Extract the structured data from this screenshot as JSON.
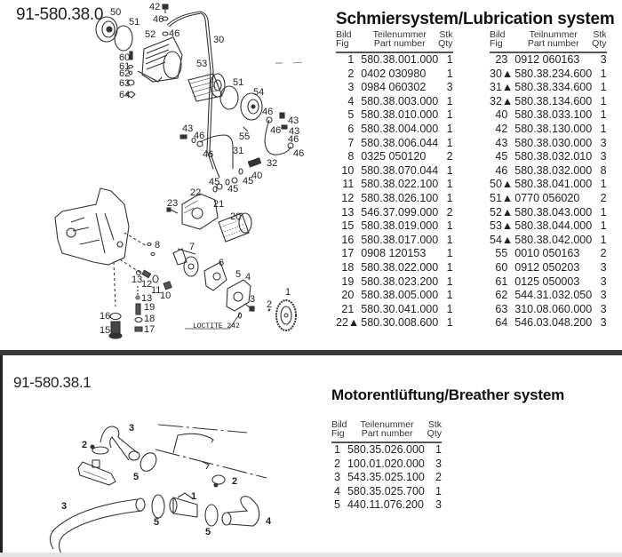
{
  "lubrication": {
    "ref_number": "91-580.38.0",
    "title": "Schmiersystem/Lubrication system",
    "headers": {
      "fig_de": "Bild",
      "fig_en": "Fig",
      "part_de": "Teilenummer",
      "part_en": "Part number",
      "qty_de": "Stk",
      "qty_en": "Qty",
      "part_de_right": "Teilnummer"
    },
    "left_rows": [
      {
        "fig": "1",
        "part": "580.38.001.000",
        "qty": "1"
      },
      {
        "fig": "2",
        "part": "0402 030980",
        "qty": "1"
      },
      {
        "fig": "3",
        "part": "0984 060302",
        "qty": "3"
      },
      {
        "fig": "4",
        "part": "580.38.003.000",
        "qty": "1"
      },
      {
        "fig": "5",
        "part": "580.38.010.000",
        "qty": "1"
      },
      {
        "fig": "6",
        "part": "580.38.004.000",
        "qty": "1"
      },
      {
        "fig": "7",
        "part": "580.38.006.044",
        "qty": "1"
      },
      {
        "fig": "8",
        "part": "0325 050120",
        "qty": "2"
      },
      {
        "fig": "10",
        "part": "580.38.070.044",
        "qty": "1"
      },
      {
        "fig": "11",
        "part": "580.38.022.100",
        "qty": "1"
      },
      {
        "fig": "12",
        "part": "580.38.026.100",
        "qty": "1"
      },
      {
        "fig": "13",
        "part": "546.37.099.000",
        "qty": "2"
      },
      {
        "fig": "15",
        "part": "580.38.019.000",
        "qty": "1"
      },
      {
        "fig": "16",
        "part": "580.38.017.000",
        "qty": "1"
      },
      {
        "fig": "17",
        "part": "0908 120153",
        "qty": "1"
      },
      {
        "fig": "18",
        "part": "580.38.022.000",
        "qty": "1"
      },
      {
        "fig": "19",
        "part": "580.38.023.200",
        "qty": "1"
      },
      {
        "fig": "20",
        "part": "580.38.005.000",
        "qty": "1"
      },
      {
        "fig": "21",
        "part": "580.30.041.000",
        "qty": "1"
      },
      {
        "fig": "22▲",
        "part": "580.30.008.600",
        "qty": "1"
      }
    ],
    "right_rows": [
      {
        "fig": "23",
        "part": "0912 060163",
        "qty": "3"
      },
      {
        "fig": "30▲",
        "part": "580.38.234.600",
        "qty": "1"
      },
      {
        "fig": "31▲",
        "part": "580.38.334.600",
        "qty": "1"
      },
      {
        "fig": "32▲",
        "part": "580.38.134.600",
        "qty": "1"
      },
      {
        "fig": "40",
        "part": "580.38.033.100",
        "qty": "1"
      },
      {
        "fig": "42",
        "part": "580.38.130.000",
        "qty": "1"
      },
      {
        "fig": "43",
        "part": "580.38.030.000",
        "qty": "3"
      },
      {
        "fig": "45",
        "part": "580.38.032.010",
        "qty": "3"
      },
      {
        "fig": "46",
        "part": "580.38.032.000",
        "qty": "8"
      },
      {
        "fig": "50▲",
        "part": "580.38.041.000",
        "qty": "1"
      },
      {
        "fig": "51▲",
        "part": "0770 056020",
        "qty": "2"
      },
      {
        "fig": "52▲",
        "part": "580.38.043.000",
        "qty": "1"
      },
      {
        "fig": "53▲",
        "part": "580.38.044.000",
        "qty": "1"
      },
      {
        "fig": "54▲",
        "part": "580.38.042.000",
        "qty": "1"
      },
      {
        "fig": "55",
        "part": "0010 050163",
        "qty": "2"
      },
      {
        "fig": "60",
        "part": "0912 050203",
        "qty": "3"
      },
      {
        "fig": "61",
        "part": "0125 050003",
        "qty": "3"
      },
      {
        "fig": "62",
        "part": "544.31.032.050",
        "qty": "3"
      },
      {
        "fig": "63",
        "part": "310.08.060.000",
        "qty": "3"
      },
      {
        "fig": "64",
        "part": "546.03.048.200",
        "qty": "3"
      }
    ],
    "drawing_callouts": [
      "50",
      "51",
      "52",
      "42",
      "46",
      "46",
      "30",
      "60",
      "61",
      "62",
      "63",
      "64",
      "53",
      "51",
      "54",
      "46",
      "43",
      "43",
      "43",
      "46",
      "46",
      "46",
      "55",
      "31",
      "46",
      "32",
      "40",
      "45",
      "45",
      "45",
      "22",
      "23",
      "21",
      "20",
      "8",
      "7",
      "6",
      "5",
      "4",
      "13",
      "12",
      "11",
      "10",
      "13",
      "19",
      "18",
      "17",
      "16",
      "15",
      "3",
      "2",
      "1"
    ],
    "loctite_label": "LOCTITE 242"
  },
  "breather": {
    "ref_number": "91-580.38.1",
    "title": "Motorentlüftung/Breather system",
    "headers": {
      "fig_de": "Bild",
      "fig_en": "Fig",
      "part_de": "Teilenummer",
      "part_en": "Part number",
      "qty_de": "Stk",
      "qty_en": "Qty"
    },
    "rows": [
      {
        "fig": "1",
        "part": "580.35.026.000",
        "qty": "1"
      },
      {
        "fig": "2",
        "part": "100.01.020.000",
        "qty": "3"
      },
      {
        "fig": "3",
        "part": "543.35.025.100",
        "qty": "2"
      },
      {
        "fig": "4",
        "part": "580.35.025.700",
        "qty": "1"
      },
      {
        "fig": "5",
        "part": "440.11.076.200",
        "qty": "3"
      }
    ],
    "drawing_callouts": [
      "3",
      "2",
      "5",
      "2",
      "1",
      "3",
      "5",
      "5",
      "4"
    ]
  }
}
